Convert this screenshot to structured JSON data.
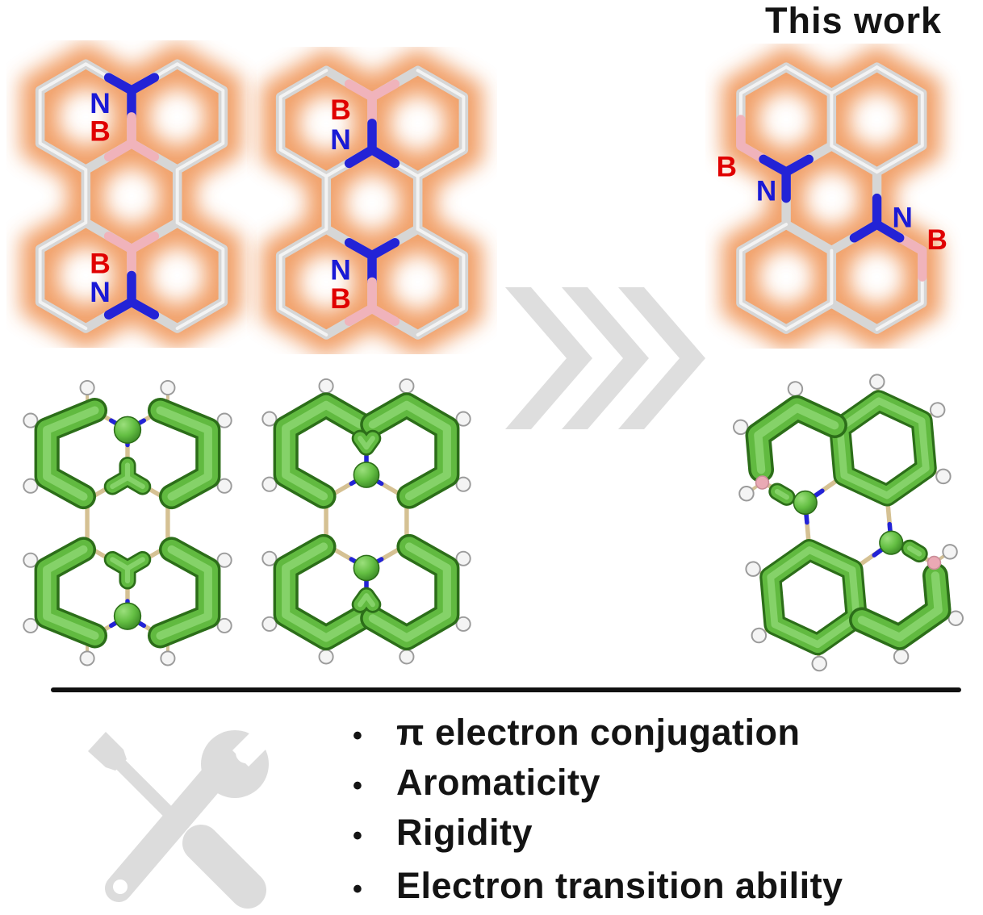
{
  "title": "This work",
  "molecules": {
    "left": {
      "labels": {
        "top_1": "N",
        "top_2": "B",
        "bottom_1": "B",
        "bottom_2": "N"
      }
    },
    "middle": {
      "labels": {
        "top_1": "B",
        "top_2": "N",
        "bottom_1": "N",
        "bottom_2": "B"
      }
    },
    "right": {
      "labels": {
        "left_b": "B",
        "left_n": "N",
        "right_n": "N",
        "right_b": "B"
      }
    }
  },
  "properties": {
    "bullet": "•",
    "items": [
      "π electron conjugation",
      "Aromaticity",
      "Rigidity",
      "Electron transition ability"
    ]
  },
  "colors": {
    "glow_orange": "#f09a5f",
    "nitrogen_blue": "#2323d6",
    "boron_pink": "#f0b3bb",
    "label_blue": "#1a1ad6",
    "label_red": "#e00000",
    "carbon_gray": "#d6d6d6",
    "skeleton_tan": "#d5c193",
    "isosurface_green": "#61ba40",
    "chevron_gray": "#dedede",
    "tools_gray": "#dcdcdc",
    "text_black": "#141414"
  }
}
